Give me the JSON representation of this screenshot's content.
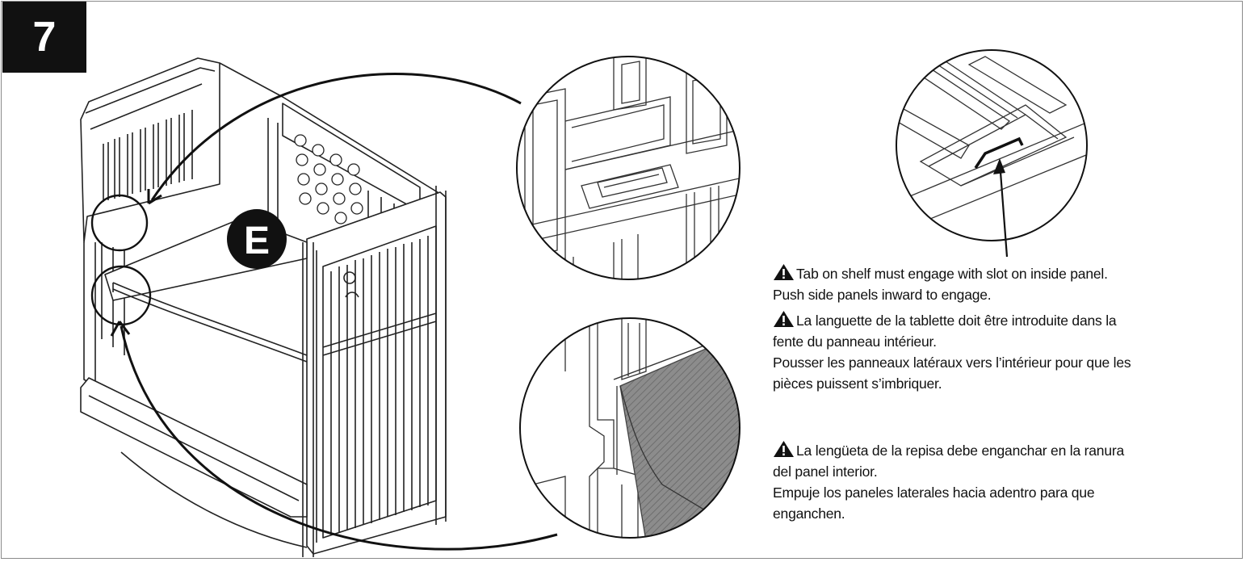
{
  "step": {
    "number": "7"
  },
  "part_label": "E",
  "warnings": [
    {
      "icon": "warning-icon",
      "lines": [
        "Tab on shelf must engage with slot on inside panel.",
        "Push side panels inward to engage."
      ]
    },
    {
      "icon": "warning-icon",
      "lines": [
        "La languette de la tablette doit être introduite dans la",
        "fente du panneau intérieur.",
        "Pousser les panneaux latéraux vers l’intérieur pour que les",
        "pièces puissent s’imbriquer."
      ]
    },
    {
      "icon": "warning-icon",
      "lines": [
        "La lengüeta de la repisa debe enganchar en la ranura",
        "del panel interior.",
        "Empuje los paneles laterales hacia adentro para que",
        "enganchen."
      ]
    }
  ],
  "colors": {
    "ink": "#111111",
    "frame": "#8a8a8a",
    "shade": "#7a7a7a"
  }
}
